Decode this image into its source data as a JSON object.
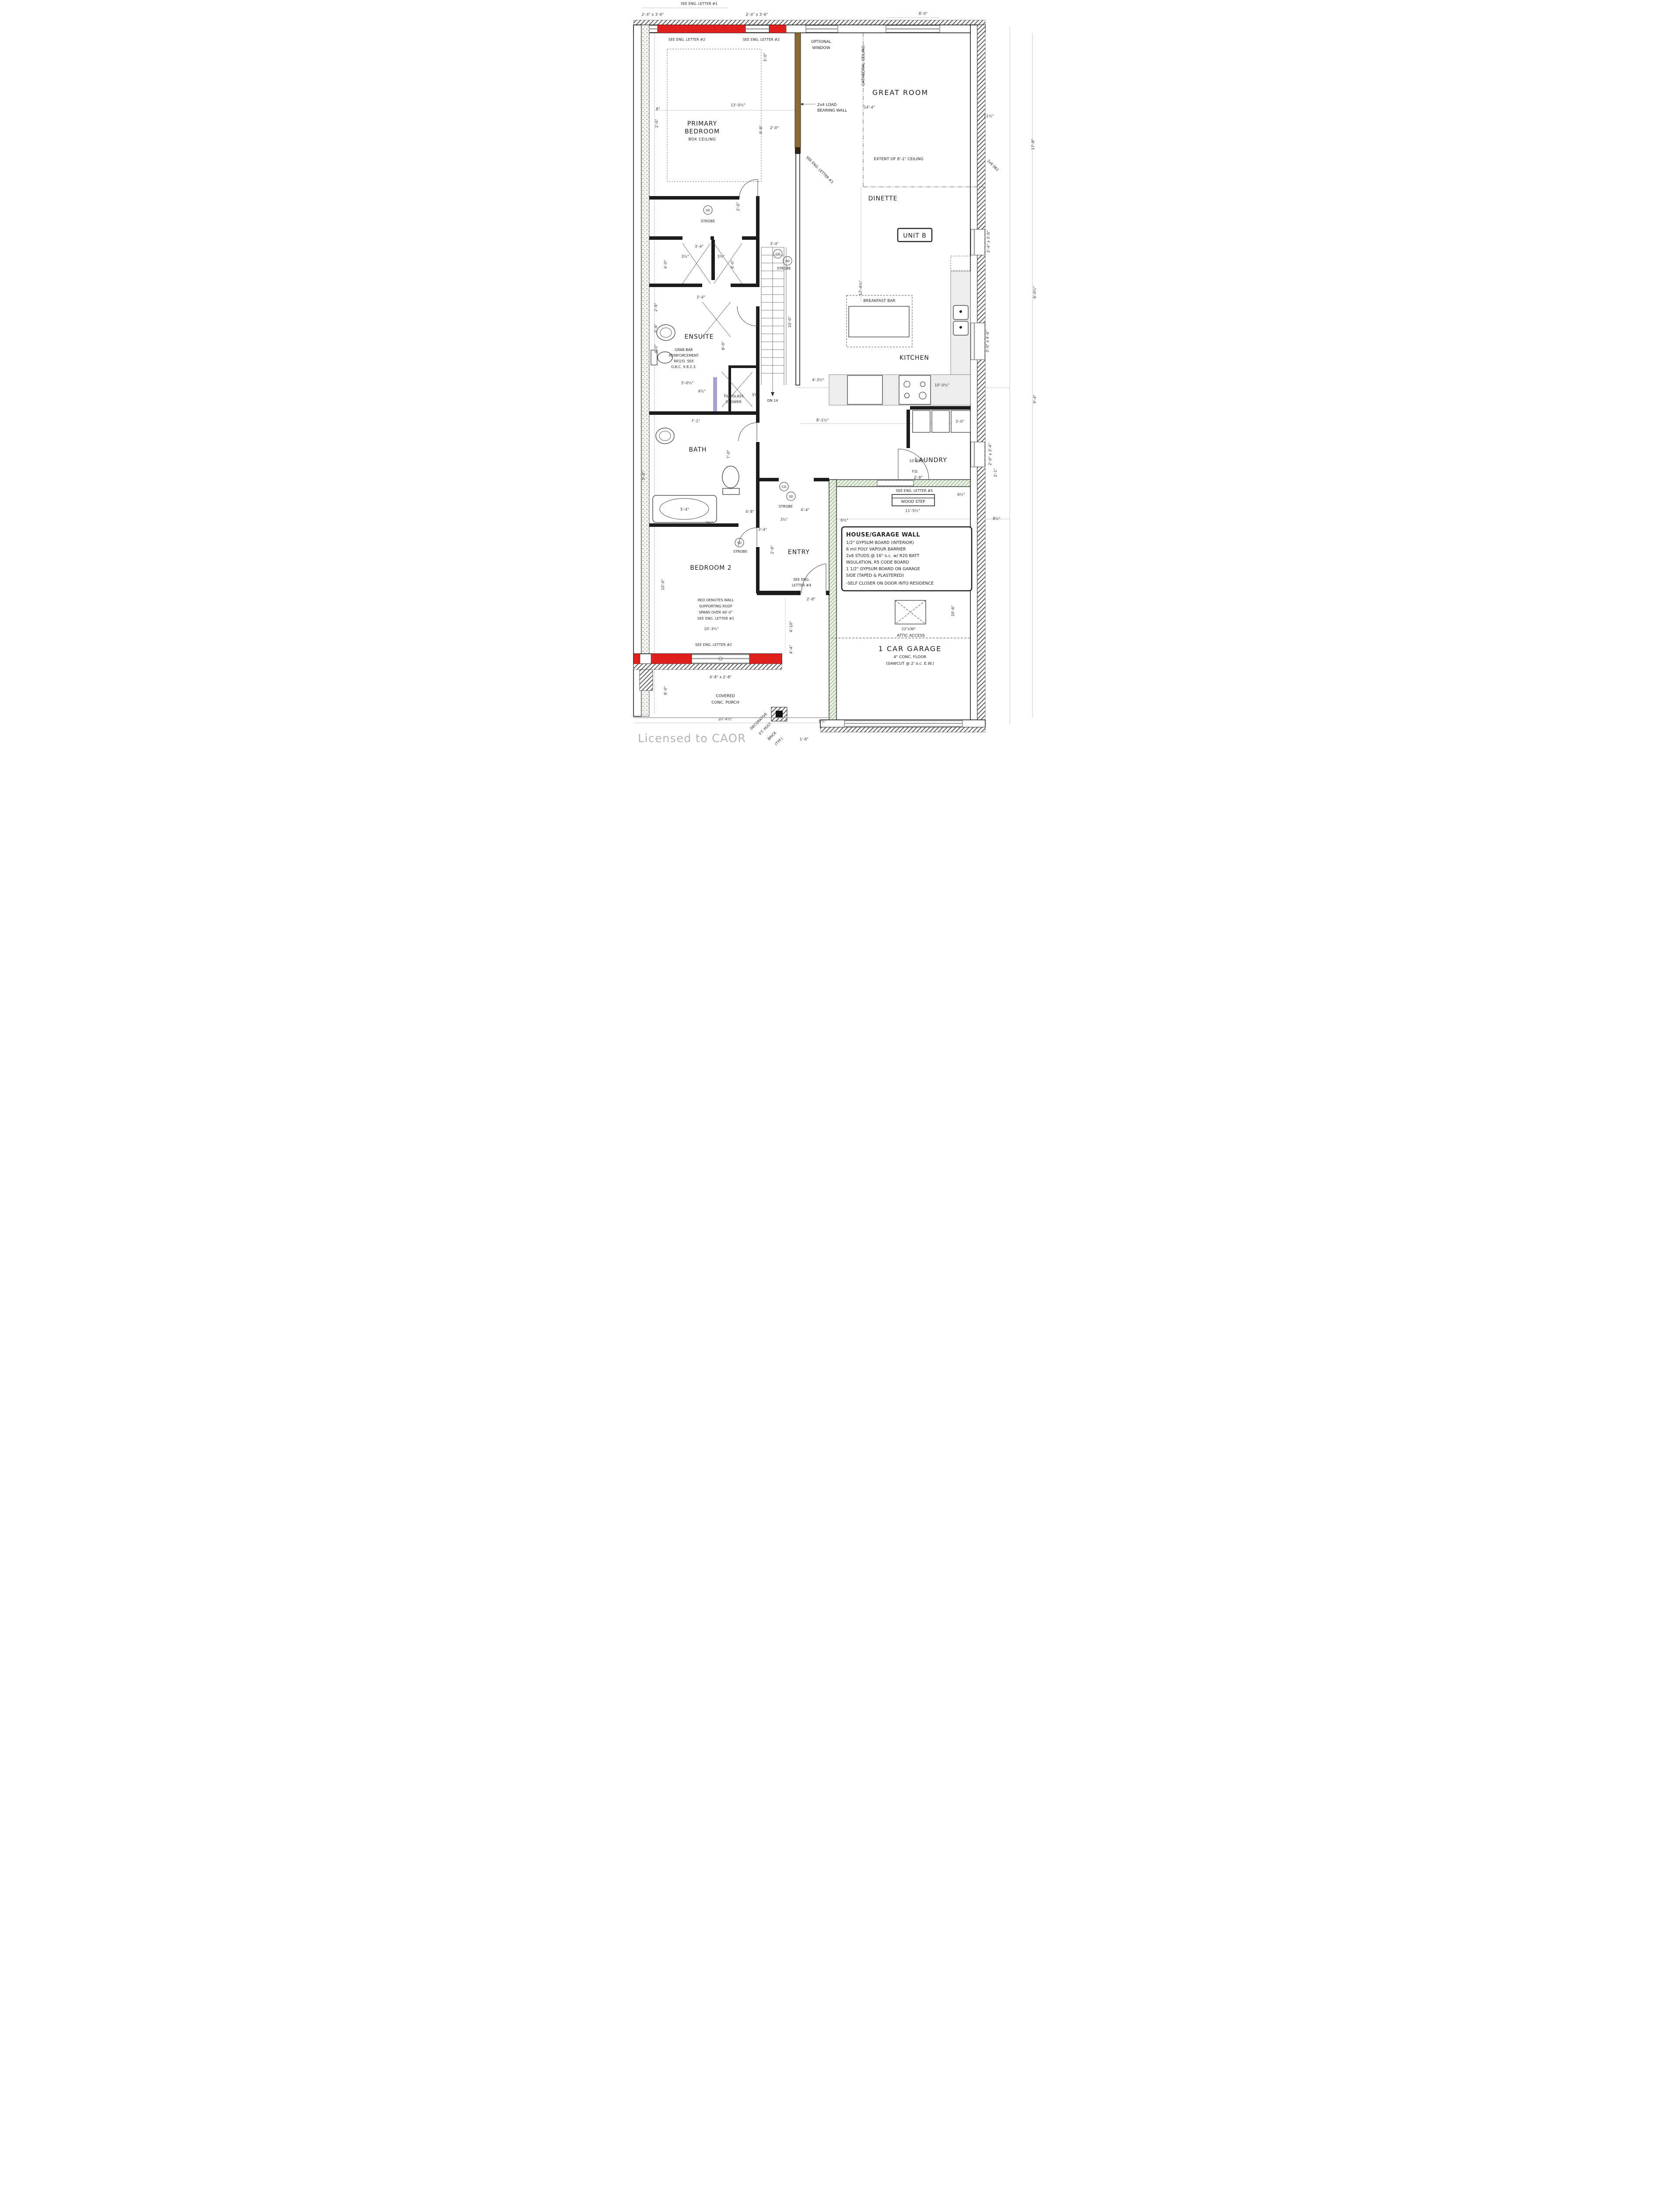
{
  "t": {
    "watermark": "Licensed to CAOR",
    "seeEng1": "SEE ENG. LETTER #1",
    "seeEng2a": "SEE ENG. LETTER #2",
    "seeEng2b": "SEE ENG. LETTER #2",
    "seeEng2c": "SEE ENG. LETTER #2",
    "seeEng3": "SEE ENG. LETTER #3",
    "seeEng4a": "SEE ENG.",
    "seeEng4b": "LETTER #4",
    "seeEng5": "SEE ENG. LETTER #5",
    "optWin1": "OPTIONAL",
    "optWin2": "WINDOW",
    "cathedral": "CATHEDRAL CEILING",
    "greatRoom": "GREAT ROOM",
    "loadWall1": "2x4 LOAD",
    "loadWall2": "BEARING WALL",
    "extent": "EXTENT OF 8'-1\" CEILING",
    "dinette": "DINETTE",
    "unitB": "UNIT B",
    "primary1": "PRIMARY",
    "primary2": "BEDROOM",
    "primary3": "BOX CEILING",
    "kitchen": "KITCHEN",
    "breakfast": "BREAKFAST BAR",
    "ensuite": "ENSUITE",
    "grab1": "GRAB BAR",
    "grab2": "REINFORCEMENT",
    "grab3": "REQ'D.  SEE",
    "grab4": "O.B.C. 9.8.2.3.",
    "tile1": "TILE/GLASS",
    "tile2": "SHOWER",
    "bath": "BATH",
    "laundry": "LAUNDRY",
    "fd": "F.D.",
    "woodStep": "WOOD STEP",
    "houseWallTitle": "HOUSE/GARAGE WALL",
    "hw1": "1/2\" GYPSUM BOARD (INTERIOR)",
    "hw2": "6 mil POLY VAPOUR BARRIER",
    "hw3": "2x6 STUDS @ 16\" o.c. w/ R20 BATT",
    "hw4": "INSULATION,  R5 CODE BOARD",
    "hw5": "1 1/2\" GYPSUM BOARD ON GARAGE",
    "hw6": "SIDE (TAPED & PLASTERED)",
    "hw7": "-SELF CLOSER ON DOOR INTO RESIDENCE",
    "entry": "ENTRY",
    "bedroom2": "BEDROOM 2",
    "red1": "RED DENOTES WALL",
    "red2": "SUPPORTING ROOF",
    "red3": "SPANS OVER 40'-0\"",
    "red4": "SEE ENG. LETTER #1",
    "garage": "1 CAR GARAGE",
    "garageSub1": "4\" CONC. FLOOR",
    "garageSub2": "(SAWCUT @ 2' o.c. E.W.)",
    "attic1": "22\"x30\"",
    "attic2": "ATTIC ACCESS",
    "porch1": "COVERED",
    "porch2": "CONC. PORCH",
    "post1": "DECORATIVE",
    "post2": "P.T. POST",
    "post3": "BRICK",
    "post4": "(TYP.)",
    "dn14": "DN 14",
    "strobe": "STROBE",
    "sd": "SD",
    "co": "CO",
    "sb2": "2x6 SB2"
  },
  "windows": {
    "w1": "2'-4\" x 3'-6\"",
    "w2": "2'-4\" x 3'-6\"",
    "w3": "8'-0\"",
    "w4": "2'-4\" x 3'-6\"",
    "w5": "3'-0\" x 4'-4\"",
    "w6": "2'-0\" x 3'-4\"",
    "w7": "4'-8\" x 2'-8\""
  },
  "dims": [
    {
      "text": "13'-0½\""
    },
    {
      "text": "2'-0\""
    },
    {
      "text": "9'-8\""
    },
    {
      "text": "14'-4\""
    },
    {
      "text": "11½\""
    },
    {
      "text": "17'-8\""
    },
    {
      "text": "17'-4½\""
    },
    {
      "text": "8'-0½\""
    },
    {
      "text": "9'-4\""
    },
    {
      "text": "10'-0½\""
    },
    {
      "text": "10'-0½\""
    },
    {
      "text": "3'-0\""
    },
    {
      "text": "2'-8\""
    },
    {
      "text": "11'-5½\""
    },
    {
      "text": "2'-1\""
    },
    {
      "text": "20'-6\""
    },
    {
      "text": "6½\""
    },
    {
      "text": "8½\""
    },
    {
      "text": "8½\""
    },
    {
      "text": "4'-4\""
    },
    {
      "text": "3½\""
    },
    {
      "text": "2'-8\""
    },
    {
      "text": "2'-6\""
    },
    {
      "text": "4'-10\""
    },
    {
      "text": "4'-4\""
    },
    {
      "text": "1'-8\""
    },
    {
      "text": "10'-4½\""
    },
    {
      "text": "10'-3½\""
    },
    {
      "text": "10'-0\""
    },
    {
      "text": "8'-0\""
    },
    {
      "text": "5'-0½\""
    },
    {
      "text": "4½\""
    },
    {
      "text": "8'-0\""
    },
    {
      "text": "7'-1\""
    },
    {
      "text": "7'-0\""
    },
    {
      "text": "5'-4\""
    },
    {
      "text": "4'-8\""
    },
    {
      "text": "3'-4\""
    },
    {
      "text": "3½\""
    },
    {
      "text": "3'-4\""
    },
    {
      "text": "3'-4\""
    },
    {
      "text": "4'-0\""
    },
    {
      "text": "4'-0\""
    },
    {
      "text": "2'-0\""
    },
    {
      "text": "3'-4\""
    },
    {
      "text": "3½\""
    },
    {
      "text": "4'-3½\""
    },
    {
      "text": "8'-1½\""
    },
    {
      "text": "10'-0\""
    },
    {
      "text": "2'-0\""
    },
    {
      "text": "8\""
    },
    {
      "text": "2'-8\""
    },
    {
      "text": "5'-8\""
    },
    {
      "text": "4'-0\""
    },
    {
      "text": "3'-0\""
    },
    {
      "text": "5'-0\""
    },
    {
      "text": "3½\""
    },
    {
      "text": "3½\""
    },
    {
      "text": "6½\""
    }
  ]
}
